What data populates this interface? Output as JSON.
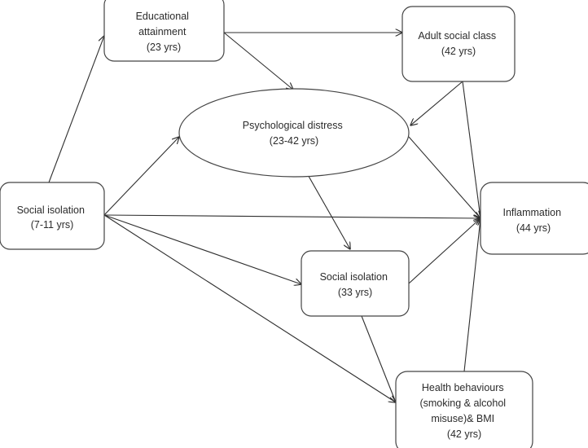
{
  "diagram": {
    "title": "",
    "nodes": [
      {
        "id": "social_isolation_child",
        "shape": "rounded-rect",
        "lines": [
          "Social isolation",
          "(7-11 yrs)"
        ]
      },
      {
        "id": "educational_attainment",
        "shape": "rounded-rect",
        "lines": [
          "Educational",
          "attainment",
          "(23 yrs)"
        ]
      },
      {
        "id": "adult_social_class",
        "shape": "rounded-rect",
        "lines": [
          "Adult social class",
          "(42 yrs)"
        ]
      },
      {
        "id": "psychological_distress",
        "shape": "ellipse",
        "lines": [
          "Psychological distress",
          "(23-42 yrs)"
        ]
      },
      {
        "id": "social_isolation_adult",
        "shape": "rounded-rect",
        "lines": [
          "Social isolation",
          "(33 yrs)"
        ]
      },
      {
        "id": "health_behaviours",
        "shape": "rounded-rect",
        "lines": [
          "Health behaviours",
          "(smoking & alcohol",
          "misuse)& BMI",
          "(42 yrs)"
        ]
      },
      {
        "id": "inflammation",
        "shape": "rounded-rect",
        "lines": [
          "Inflammation",
          "(44 yrs)"
        ]
      }
    ],
    "edges": [
      {
        "from": "social_isolation_child",
        "to": "educational_attainment",
        "arrow": true
      },
      {
        "from": "educational_attainment",
        "to": "adult_social_class",
        "arrow": true
      },
      {
        "from": "educational_attainment",
        "to": "psychological_distress",
        "arrow": true
      },
      {
        "from": "adult_social_class",
        "to": "psychological_distress",
        "arrow": true
      },
      {
        "from": "adult_social_class",
        "to": "inflammation",
        "arrow": true
      },
      {
        "from": "social_isolation_child",
        "to": "psychological_distress",
        "arrow": true
      },
      {
        "from": "social_isolation_child",
        "to": "inflammation",
        "arrow": true
      },
      {
        "from": "social_isolation_child",
        "to": "social_isolation_adult",
        "arrow": true
      },
      {
        "from": "social_isolation_child",
        "to": "health_behaviours",
        "arrow": true
      },
      {
        "from": "psychological_distress",
        "to": "social_isolation_adult",
        "arrow": true
      },
      {
        "from": "psychological_distress",
        "to": "inflammation",
        "arrow": true
      },
      {
        "from": "social_isolation_adult",
        "to": "inflammation",
        "arrow": true
      },
      {
        "from": "social_isolation_adult",
        "to": "health_behaviours",
        "arrow": true
      },
      {
        "from": "health_behaviours",
        "to": "inflammation",
        "arrow": true
      }
    ]
  }
}
